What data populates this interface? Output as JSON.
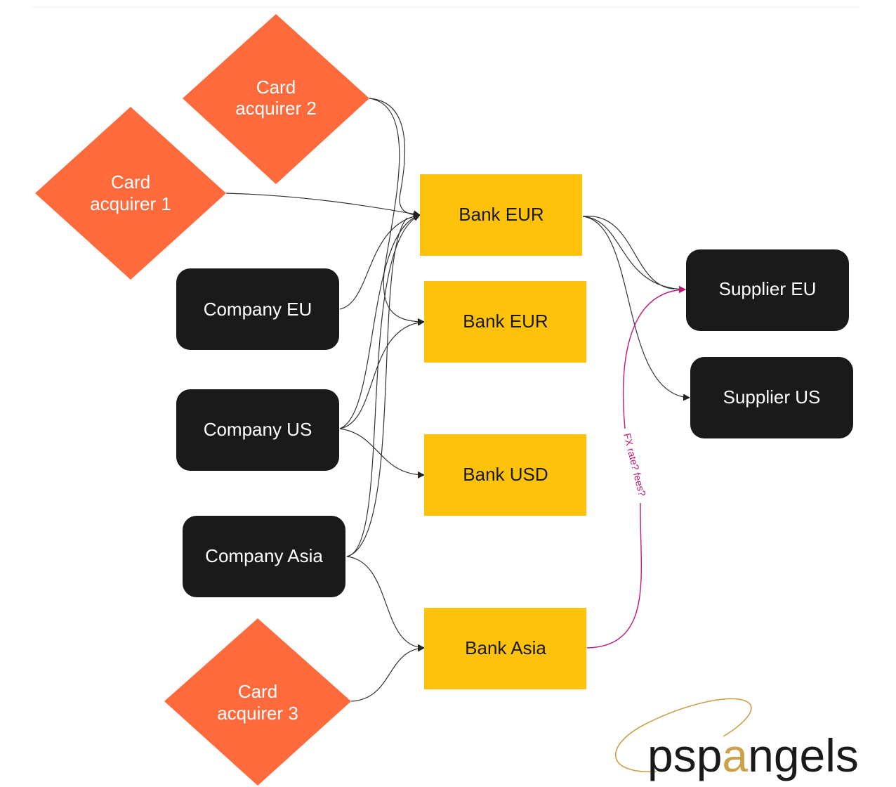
{
  "colors": {
    "card_acquirer": "#ff6a3d",
    "bank": "#ffc20a",
    "company": "#1a1a1a",
    "edge": "#333333",
    "fx_edge": "#c2187a",
    "logo_text": "#1a1a1a",
    "logo_accent": "#c9a24a"
  },
  "nodes": {
    "card_acquirer_2": {
      "line1": "Card",
      "line2": "acquirer 2"
    },
    "card_acquirer_1": {
      "line1": "Card",
      "line2": "acquirer 1"
    },
    "card_acquirer_3": {
      "line1": "Card",
      "line2": "acquirer 3"
    },
    "company_eu": {
      "label": "Company EU"
    },
    "company_us": {
      "label": "Company US"
    },
    "company_asia": {
      "label": "Company Asia"
    },
    "bank_eur_1": {
      "label": "Bank EUR"
    },
    "bank_eur_2": {
      "label": "Bank EUR"
    },
    "bank_usd": {
      "label": "Bank USD"
    },
    "bank_asia": {
      "label": "Bank Asia"
    },
    "supplier_eu": {
      "label": "Supplier EU"
    },
    "supplier_us": {
      "label": "Supplier US"
    }
  },
  "edges": [
    {
      "from": "card_acquirer_1",
      "to": "bank_eur_1"
    },
    {
      "from": "card_acquirer_2",
      "to": "bank_eur_1"
    },
    {
      "from": "card_acquirer_2",
      "to": "bank_eur_2"
    },
    {
      "from": "company_eu",
      "to": "bank_eur_1"
    },
    {
      "from": "company_us",
      "to": "bank_eur_1"
    },
    {
      "from": "company_us",
      "to": "bank_eur_2"
    },
    {
      "from": "company_us",
      "to": "bank_usd"
    },
    {
      "from": "company_asia",
      "to": "bank_eur_1"
    },
    {
      "from": "company_asia",
      "to": "bank_asia"
    },
    {
      "from": "card_acquirer_3",
      "to": "bank_asia"
    },
    {
      "from": "bank_eur_1",
      "to": "supplier_eu"
    },
    {
      "from": "bank_eur_1",
      "to": "supplier_us"
    },
    {
      "from": "bank_asia",
      "to": "supplier_eu",
      "label": "FX rate? fees?"
    }
  ],
  "logo": {
    "prefix": "psp",
    "accent": "a",
    "suffix": "ngels"
  }
}
